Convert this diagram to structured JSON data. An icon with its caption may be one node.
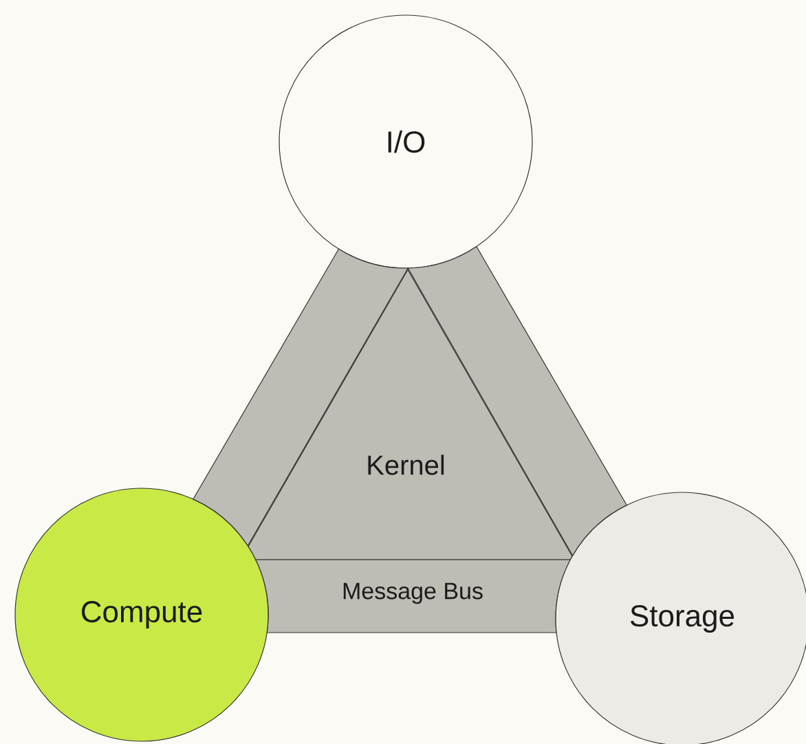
{
  "diagram": {
    "nodes": [
      {
        "text": [
          "I/O"
        ]
      },
      {
        "text": [
          "Kernel"
        ]
      },
      {
        "text": [
          "Message Bus"
        ]
      },
      {
        "text": [
          "Compute"
        ]
      },
      {
        "text": [
          "Storage"
        ]
      }
    ],
    "edges": [
      {
        "from": 0,
        "to": 3,
        "arrow": "none",
        "style": "thick"
      },
      {
        "from": 0,
        "to": 4,
        "arrow": "none",
        "style": "thick"
      }
    ]
  }
}
